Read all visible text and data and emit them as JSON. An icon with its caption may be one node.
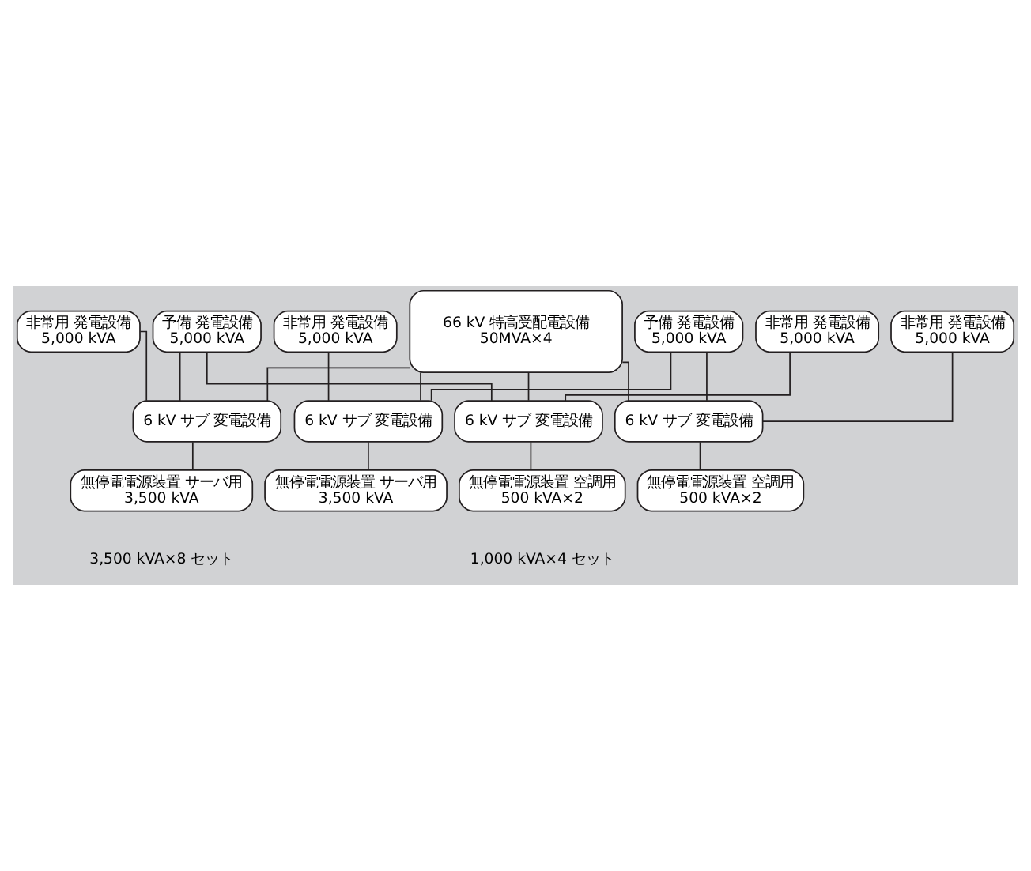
{
  "diagram": {
    "nodes": [
      {
        "text": [
          "予備 発電設備",
          "5,000 kVA"
        ]
      },
      {
        "text": [
          "66 kV 特高受配電設備",
          "50MVA×4"
        ]
      },
      {
        "text": [
          "予備 発電設備",
          "5,000 kVA"
        ]
      },
      {
        "text": [
          "非常用 発電設備",
          "5,000 kVA"
        ]
      },
      {
        "text": [
          "非常用 発電設備",
          "5,000 kVA"
        ]
      },
      {
        "text": [
          "非常用 発電設備",
          "5,000 kVA"
        ]
      },
      {
        "text": [
          "非常用 発電設備",
          "5,000 kVA"
        ]
      },
      {
        "text": [
          "6 kV サブ 変電設備"
        ]
      },
      {
        "text": [
          "6 kV サブ 変電設備"
        ]
      },
      {
        "text": [
          "6 kV サブ 変電設備"
        ]
      },
      {
        "text": [
          "6 kV サブ 変電設備"
        ]
      },
      {
        "text": [
          "無停電電源装置 サーバ用",
          "3,500 kVA"
        ]
      },
      {
        "text": [
          "無停電電源装置 サーバ用",
          "3,500 kVA"
        ]
      },
      {
        "text": [
          "無停電電源装置 空調用",
          "500 kVA×2"
        ]
      },
      {
        "text": [
          "無停電電源装置 空調用",
          "500 kVA×2"
        ]
      }
    ],
    "edges": [
      {
        "from": 0,
        "to": 7,
        "arrow": "none"
      },
      {
        "from": 0,
        "to": 9,
        "arrow": "none"
      },
      {
        "from": 1,
        "to": 7,
        "arrow": "none"
      },
      {
        "from": 1,
        "to": 8,
        "arrow": "none"
      },
      {
        "from": 1,
        "to": 9,
        "arrow": "none"
      },
      {
        "from": 1,
        "to": 10,
        "arrow": "none"
      },
      {
        "from": 2,
        "to": 8,
        "arrow": "none"
      },
      {
        "from": 2,
        "to": 10,
        "arrow": "none"
      },
      {
        "from": 3,
        "to": 7,
        "arrow": "none"
      },
      {
        "from": 4,
        "to": 8,
        "arrow": "none"
      },
      {
        "from": 5,
        "to": 9,
        "arrow": "none"
      },
      {
        "from": 6,
        "to": 10,
        "arrow": "none"
      },
      {
        "from": 7,
        "to": 11,
        "arrow": "none"
      },
      {
        "from": 8,
        "to": 12,
        "arrow": "none"
      },
      {
        "from": 9,
        "to": 13,
        "arrow": "none"
      },
      {
        "from": 10,
        "to": 14,
        "arrow": "none"
      }
    ],
    "labels": [
      "3,500 kVA×8 セット",
      "1,000 kVA×4 セット"
    ]
  }
}
